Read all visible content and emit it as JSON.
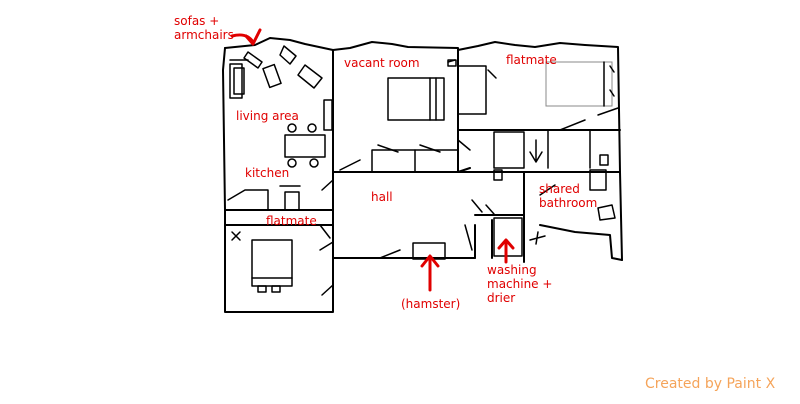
{
  "labels": {
    "sofas": "sofas +\narmchairs",
    "vacant_room": "vacant room",
    "flatmate_top": "flatmate",
    "living_area": "living area",
    "kitchen": "kitchen",
    "hall": "hall",
    "shared_bathroom": "shared\nbathroom",
    "flatmate_bottom": "flatmate",
    "washing_machine": "washing\nmachine +\ndrier",
    "hamster": "(hamster)"
  },
  "footer": {
    "credit": "Created by Paint X"
  },
  "colors": {
    "annotation": "#e00000",
    "credit": "#f5a45a",
    "wall": "#000000"
  }
}
